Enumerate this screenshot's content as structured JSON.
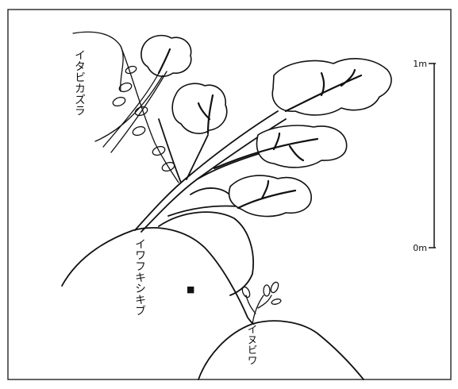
{
  "labels": {
    "vine_name": "イタビカズラ",
    "rock_name": "イワフキシキブ",
    "small_plant_name": "イヌビワ",
    "rock_mark": "■"
  },
  "scale_bar": {
    "top_label": "1m",
    "bottom_label": "0m"
  },
  "colors": {
    "ink": "#111111",
    "background": "#ffffff",
    "frame": "#333333"
  }
}
